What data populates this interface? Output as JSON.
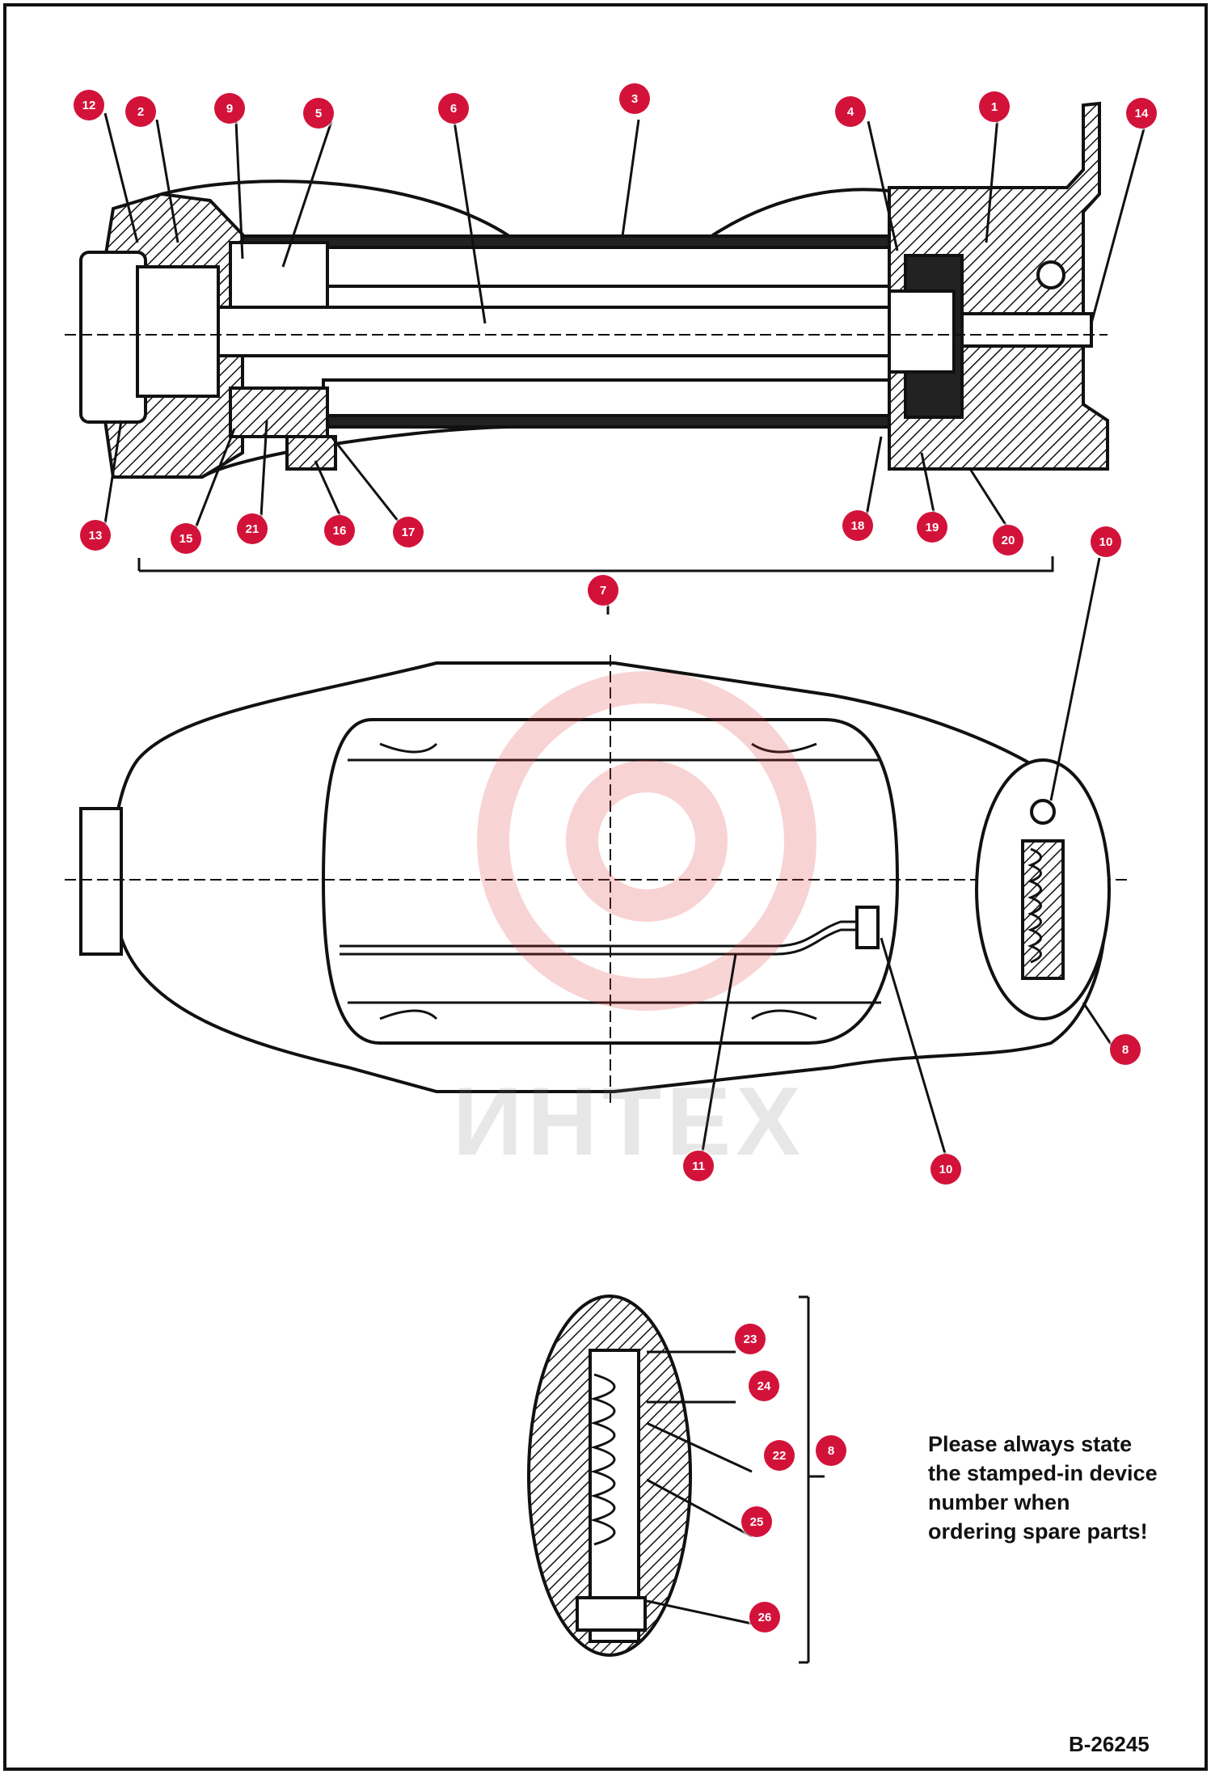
{
  "callouts": [
    {
      "id": "c12",
      "label": "12"
    },
    {
      "id": "c2",
      "label": "2"
    },
    {
      "id": "c9",
      "label": "9"
    },
    {
      "id": "c5",
      "label": "5"
    },
    {
      "id": "c6",
      "label": "6"
    },
    {
      "id": "c3",
      "label": "3"
    },
    {
      "id": "c4",
      "label": "4"
    },
    {
      "id": "c1",
      "label": "1"
    },
    {
      "id": "c14",
      "label": "14"
    },
    {
      "id": "c13",
      "label": "13"
    },
    {
      "id": "c15",
      "label": "15"
    },
    {
      "id": "c21",
      "label": "21"
    },
    {
      "id": "c16",
      "label": "16"
    },
    {
      "id": "c17",
      "label": "17"
    },
    {
      "id": "c18",
      "label": "18"
    },
    {
      "id": "c19",
      "label": "19"
    },
    {
      "id": "c20",
      "label": "20"
    },
    {
      "id": "c10a",
      "label": "10"
    },
    {
      "id": "c7",
      "label": "7"
    },
    {
      "id": "c8a",
      "label": "8"
    },
    {
      "id": "c11",
      "label": "11"
    },
    {
      "id": "c10b",
      "label": "10"
    },
    {
      "id": "c23",
      "label": "23"
    },
    {
      "id": "c24",
      "label": "24"
    },
    {
      "id": "c22",
      "label": "22"
    },
    {
      "id": "c8b",
      "label": "8"
    },
    {
      "id": "c25",
      "label": "25"
    },
    {
      "id": "c26",
      "label": "26"
    }
  ],
  "note": "Please always state the stamped-in device number when ordering spare parts!",
  "document_number": "B-26245",
  "watermark_text": "ИНТЕХ",
  "colors": {
    "callout": "#d3123a",
    "line": "#111111",
    "watermark": "#e23b3b"
  }
}
